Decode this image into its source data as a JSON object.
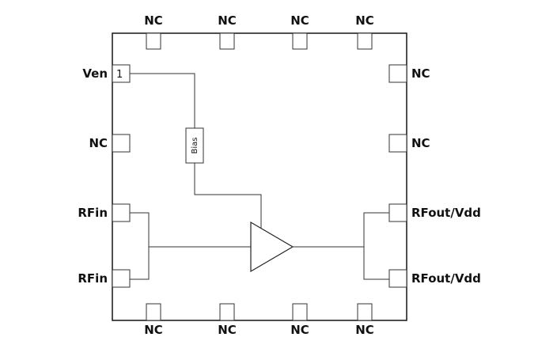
{
  "pins": {
    "top": [
      "NC",
      "NC",
      "NC",
      "NC"
    ],
    "bottom": [
      "NC",
      "NC",
      "NC",
      "NC"
    ],
    "left": [
      "Ven",
      "NC",
      "RFin",
      "RFin"
    ],
    "right": [
      "NC",
      "NC",
      "RFout/Vdd",
      "RFout/Vdd"
    ],
    "pin1_number": "1"
  },
  "bias_block": {
    "label": "Bias"
  },
  "amplifier": {
    "icon": "amplifier-triangle-icon"
  }
}
